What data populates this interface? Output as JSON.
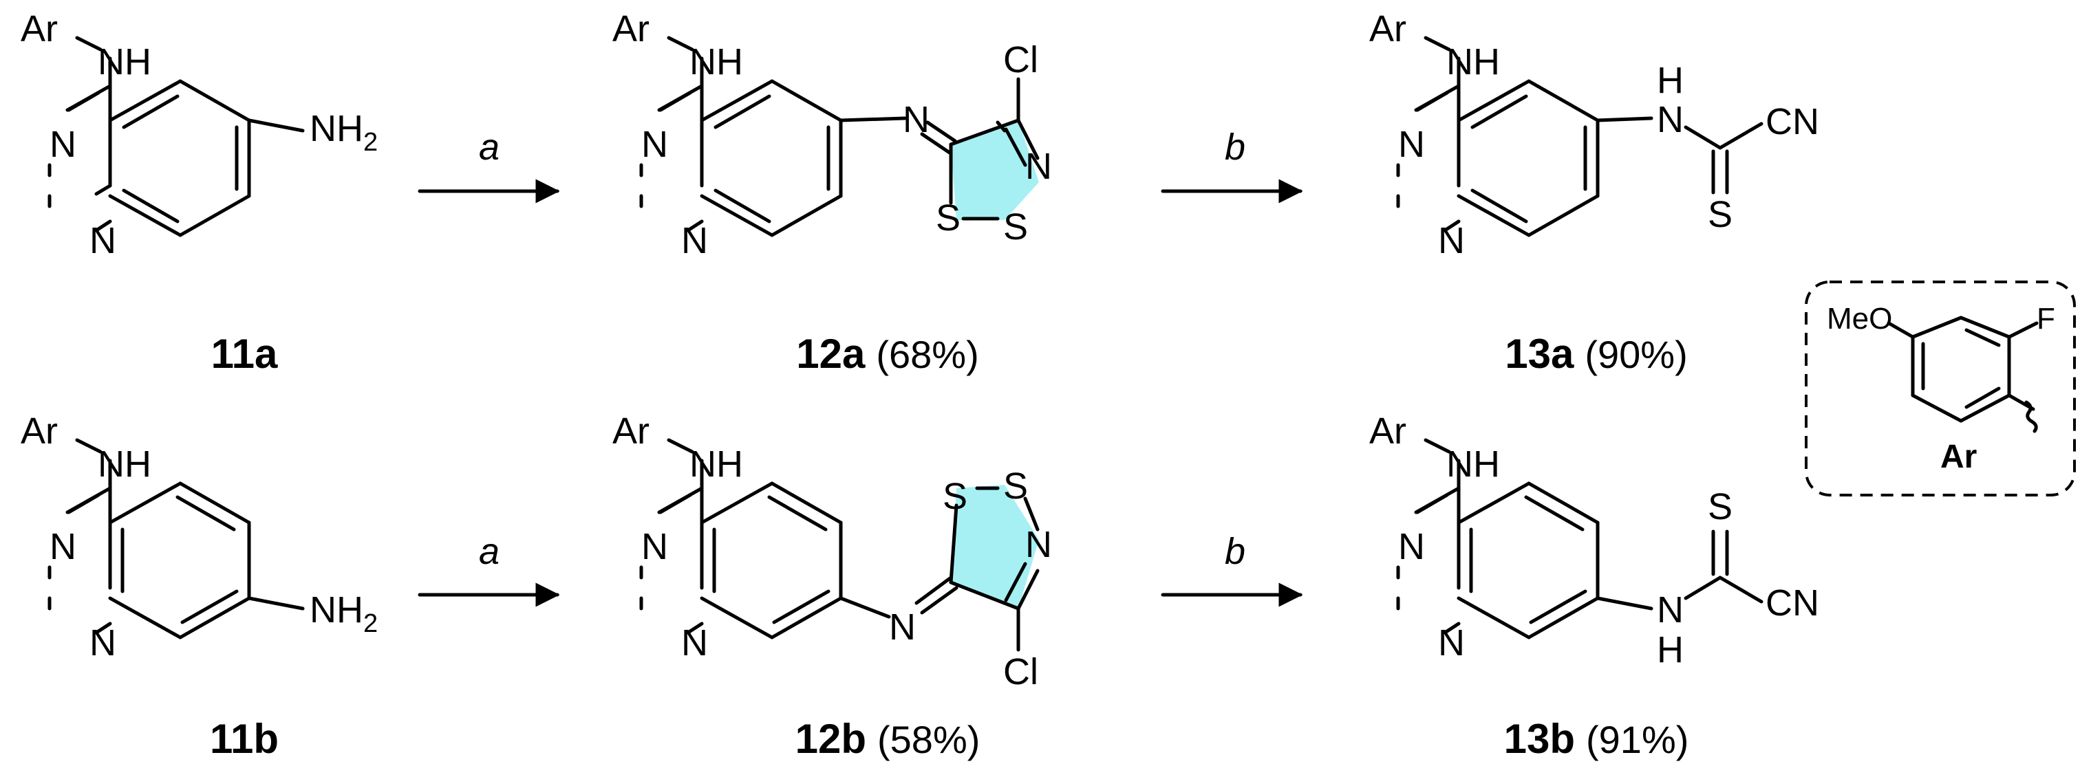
{
  "colors": {
    "ring_highlight": "#a6f0f4"
  },
  "atoms": {
    "ar": "Ar",
    "nh": "NH",
    "n": "N",
    "nh2_main": "NH",
    "nh2_sub": "2",
    "cl": "Cl",
    "s": "S",
    "h": "H",
    "cn": "CN",
    "meo": "MeO",
    "f": "F"
  },
  "reagents": {
    "a": "a",
    "b": "b"
  },
  "compounds": [
    {
      "id": "11a",
      "yield": ""
    },
    {
      "id": "12a",
      "yield": "(68%)"
    },
    {
      "id": "13a",
      "yield": "(90%)"
    },
    {
      "id": "11b",
      "yield": ""
    },
    {
      "id": "12b",
      "yield": "(58%)"
    },
    {
      "id": "13b",
      "yield": "(91%)"
    }
  ],
  "ar_box": {
    "label": "Ar"
  }
}
